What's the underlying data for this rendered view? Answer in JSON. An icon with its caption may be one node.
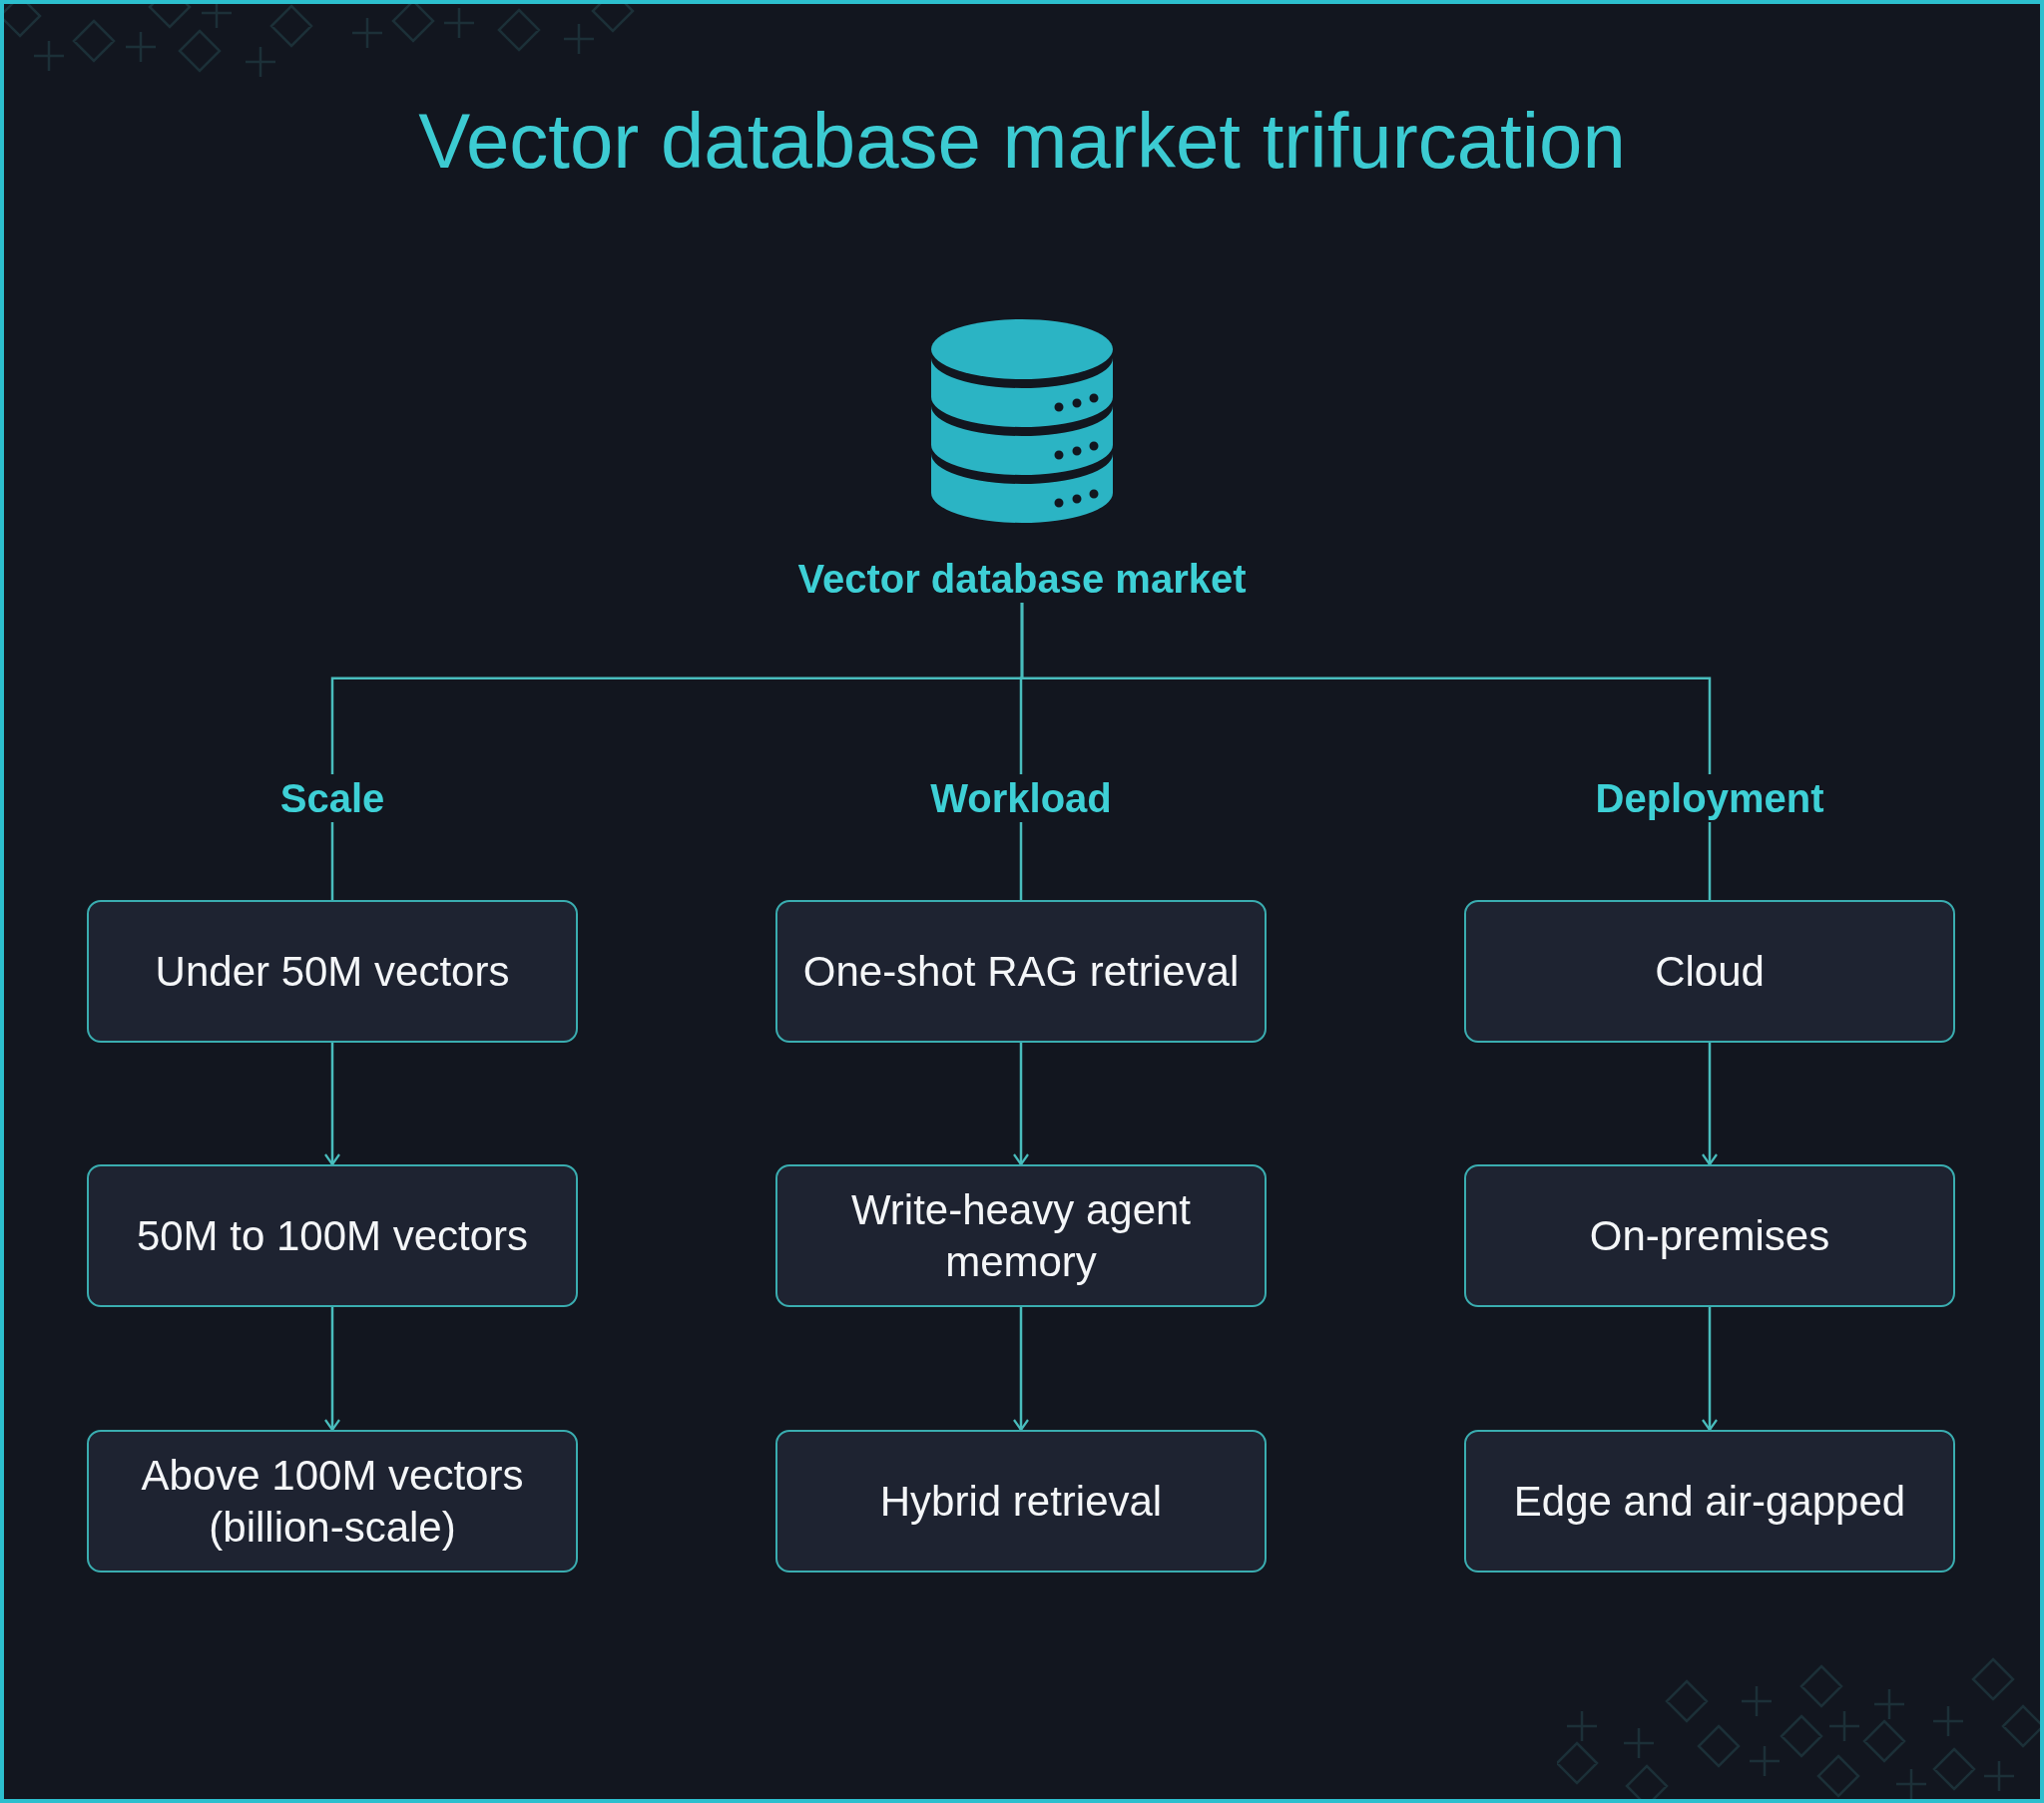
{
  "diagram": {
    "title": "Vector database market trifurcation",
    "nodes": [
      {
        "text": [
          "Vector database market"
        ]
      },
      {
        "text": [
          "Scale"
        ]
      },
      {
        "text": [
          "Workload"
        ]
      },
      {
        "text": [
          "Deployment"
        ]
      },
      {
        "text": [
          "Under 50M vectors"
        ]
      },
      {
        "text": [
          "50M to 100M vectors"
        ]
      },
      {
        "text": [
          "Above 100M vectors (billion-scale)"
        ]
      },
      {
        "text": [
          "One-shot RAG retrieval"
        ]
      },
      {
        "text": [
          "Write-heavy agent memory"
        ]
      },
      {
        "text": [
          "Hybrid retrieval"
        ]
      },
      {
        "text": [
          "Cloud"
        ]
      },
      {
        "text": [
          "On-premises"
        ]
      },
      {
        "text": [
          "Edge and air-gapped"
        ]
      }
    ],
    "edges": [
      {
        "from": 0,
        "to": 1,
        "arrow": "none"
      },
      {
        "from": 0,
        "to": 2,
        "arrow": "none"
      },
      {
        "from": 0,
        "to": 3,
        "arrow": "none"
      },
      {
        "from": 1,
        "to": 4,
        "arrow": "none"
      },
      {
        "from": 2,
        "to": 7,
        "arrow": "none"
      },
      {
        "from": 3,
        "to": 10,
        "arrow": "none"
      },
      {
        "from": 4,
        "to": 5,
        "arrow": "to"
      },
      {
        "from": 5,
        "to": 6,
        "arrow": "to"
      },
      {
        "from": 7,
        "to": 8,
        "arrow": "to"
      },
      {
        "from": 8,
        "to": 9,
        "arrow": "to"
      },
      {
        "from": 10,
        "to": 11,
        "arrow": "to"
      },
      {
        "from": 11,
        "to": 12,
        "arrow": "to"
      }
    ]
  }
}
